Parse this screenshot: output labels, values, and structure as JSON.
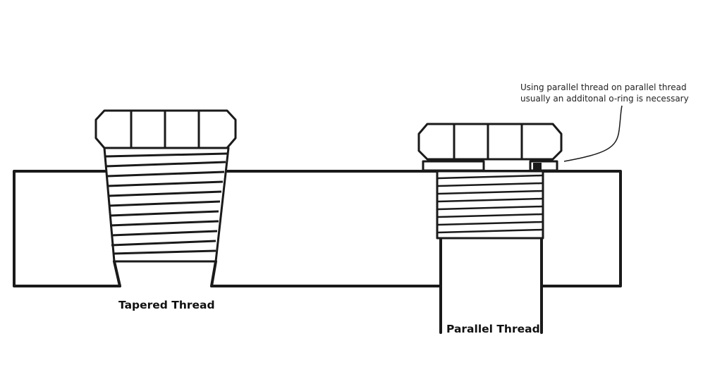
{
  "labels": {
    "tapered": "Tapered Thread",
    "parallel": "Parallel Thread"
  },
  "annotation": {
    "line1": "Using parallel thread on parallel thread",
    "line2": "usually an additonal o-ring is necessary"
  }
}
